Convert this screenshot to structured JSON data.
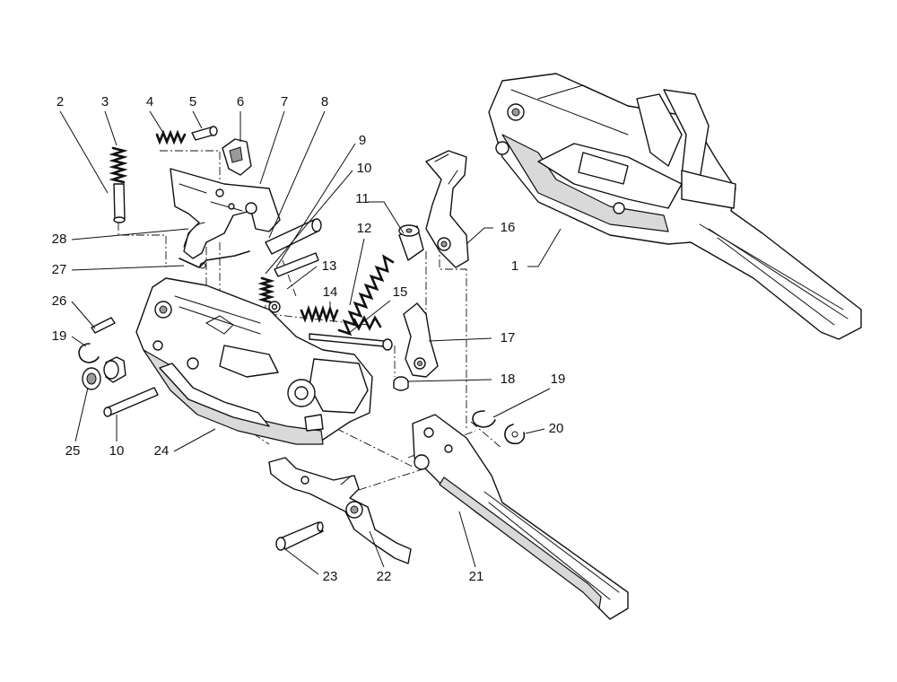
{
  "callouts": [
    {
      "id": "c2",
      "text": "2"
    },
    {
      "id": "c3",
      "text": "3"
    },
    {
      "id": "c4",
      "text": "4"
    },
    {
      "id": "c5",
      "text": "5"
    },
    {
      "id": "c6",
      "text": "6"
    },
    {
      "id": "c7",
      "text": "7"
    },
    {
      "id": "c8",
      "text": "8"
    },
    {
      "id": "c9",
      "text": "9"
    },
    {
      "id": "c10a",
      "text": "10"
    },
    {
      "id": "c11",
      "text": "11"
    },
    {
      "id": "c12",
      "text": "12"
    },
    {
      "id": "c13",
      "text": "13"
    },
    {
      "id": "c14",
      "text": "14"
    },
    {
      "id": "c15",
      "text": "15"
    },
    {
      "id": "c16",
      "text": "16"
    },
    {
      "id": "c1",
      "text": "1"
    },
    {
      "id": "c28",
      "text": "28"
    },
    {
      "id": "c27",
      "text": "27"
    },
    {
      "id": "c26",
      "text": "26"
    },
    {
      "id": "c19a",
      "text": "19"
    },
    {
      "id": "c17",
      "text": "17"
    },
    {
      "id": "c18",
      "text": "18"
    },
    {
      "id": "c19b",
      "text": "19"
    },
    {
      "id": "c20",
      "text": "20"
    },
    {
      "id": "c25",
      "text": "25"
    },
    {
      "id": "c10b",
      "text": "10"
    },
    {
      "id": "c24",
      "text": "24"
    },
    {
      "id": "c23",
      "text": "23"
    },
    {
      "id": "c22",
      "text": "22"
    },
    {
      "id": "c21",
      "text": "21"
    }
  ]
}
